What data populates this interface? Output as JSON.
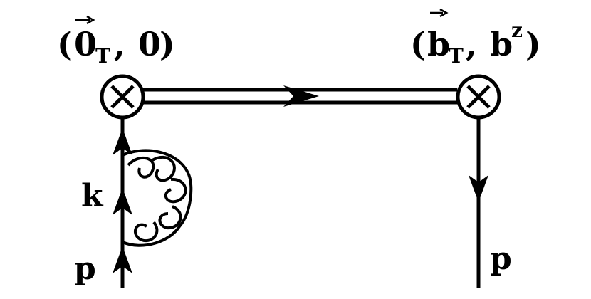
{
  "diagram": {
    "vertex_left": {
      "open": "(",
      "vec": "0",
      "sub": "T",
      "sep": ", ",
      "second": "0",
      "close": ")"
    },
    "vertex_right": {
      "open": "(",
      "vec": "b",
      "sub": "T",
      "sep": ", ",
      "second": "b",
      "sup": "z",
      "close": ")"
    },
    "label_k": "k",
    "label_p_left": "p",
    "label_p_right": "p",
    "icons": {
      "vertex": "circle-cross-icon",
      "arrow": "arrowhead-icon",
      "gluon": "gluon-loop-icon"
    },
    "colors": {
      "ink": "#000000",
      "background": "#ffffff"
    }
  }
}
